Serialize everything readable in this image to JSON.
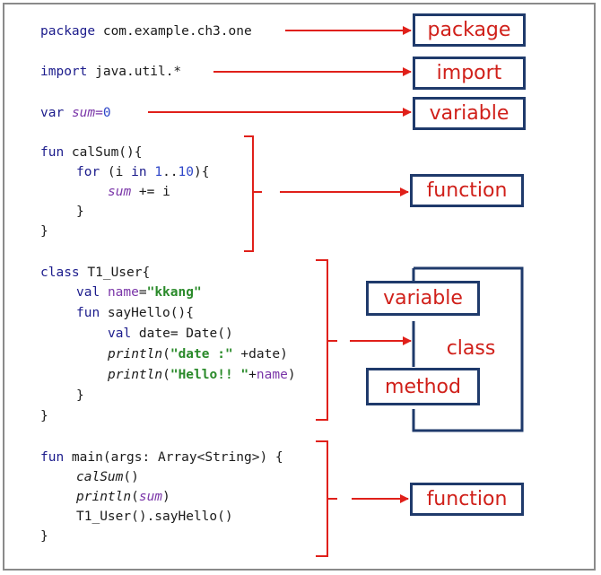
{
  "code": {
    "l1": [
      "package",
      " com.example.ch3.one"
    ],
    "l2": [
      "import",
      " java.util.*"
    ],
    "l3": [
      "var",
      " ",
      "sum",
      "=",
      "0"
    ],
    "f1": [
      "fun",
      " calSum(){"
    ],
    "f2": [
      "for",
      " (i ",
      "in",
      " ",
      "1",
      "..",
      "10",
      "){"
    ],
    "f3": [
      "sum",
      " += i"
    ],
    "f4": "}",
    "f5": "}",
    "c1": [
      "class",
      " T1_User{"
    ],
    "c2": [
      "val",
      " ",
      "name",
      "=",
      "\"kkang\""
    ],
    "c3": [
      "fun",
      " sayHello(){"
    ],
    "c4": [
      "val",
      " date= Date()"
    ],
    "c5": [
      "println",
      "(",
      "\"date :\"",
      " +date)"
    ],
    "c6": [
      "println",
      "(",
      "\"Hello!! \"",
      "+",
      "name",
      ")"
    ],
    "c7": "}",
    "c8": "}",
    "m1": [
      "fun",
      " main(args: Array<String>) {"
    ],
    "m2": [
      "calSum",
      "()"
    ],
    "m3": [
      "println",
      "(",
      "sum",
      ")"
    ],
    "m4": "T1_User().sayHello()",
    "m5": "}"
  },
  "labels": {
    "package": "package",
    "import": "import",
    "variable": "variable",
    "function1": "function",
    "class_variable": "variable",
    "class": "class",
    "class_method": "method",
    "function2": "function"
  },
  "colors": {
    "arrow": "#e0201a",
    "box_border": "#1f3a6b",
    "label_text": "#d0201a",
    "keyword": "#1c1c8c",
    "string": "#2a8a2a",
    "property": "#7a35a8",
    "number": "#2e46c8"
  }
}
